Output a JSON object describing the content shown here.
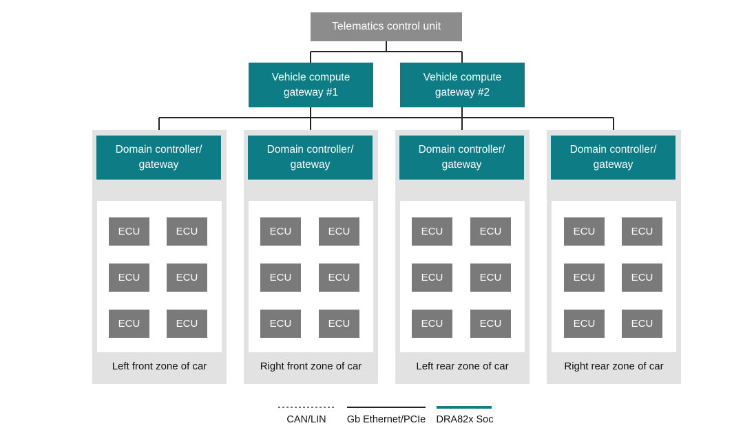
{
  "tcu": {
    "label": "Telematics control unit"
  },
  "gateways": [
    {
      "line1": "Vehicle compute",
      "line2": "gateway #1"
    },
    {
      "line1": "Vehicle compute",
      "line2": "gateway #2"
    }
  ],
  "zones": [
    {
      "controller": {
        "line1": "Domain controller/",
        "line2": "gateway"
      },
      "ecus": [
        "ECU",
        "ECU",
        "ECU",
        "ECU",
        "ECU",
        "ECU"
      ],
      "label": "Left front zone of car"
    },
    {
      "controller": {
        "line1": "Domain controller/",
        "line2": "gateway"
      },
      "ecus": [
        "ECU",
        "ECU",
        "ECU",
        "ECU",
        "ECU",
        "ECU"
      ],
      "label": "Right front zone of car"
    },
    {
      "controller": {
        "line1": "Domain controller/",
        "line2": "gateway"
      },
      "ecus": [
        "ECU",
        "ECU",
        "ECU",
        "ECU",
        "ECU",
        "ECU"
      ],
      "label": "Left rear zone of car"
    },
    {
      "controller": {
        "line1": "Domain controller/",
        "line2": "gateway"
      },
      "ecus": [
        "ECU",
        "ECU",
        "ECU",
        "ECU",
        "ECU",
        "ECU"
      ],
      "label": "Right rear zone of car"
    }
  ],
  "legend": {
    "can_lin": "CAN/LIN",
    "ethernet": "Gb Ethernet/PCIe",
    "soc": "DRA82x Soc"
  },
  "colors": {
    "soc_teal": "#0d7c85",
    "tcu_gray": "#8c8c8c",
    "ecu_gray": "#7a7a7a",
    "zone_bg": "#e2e2e2"
  }
}
